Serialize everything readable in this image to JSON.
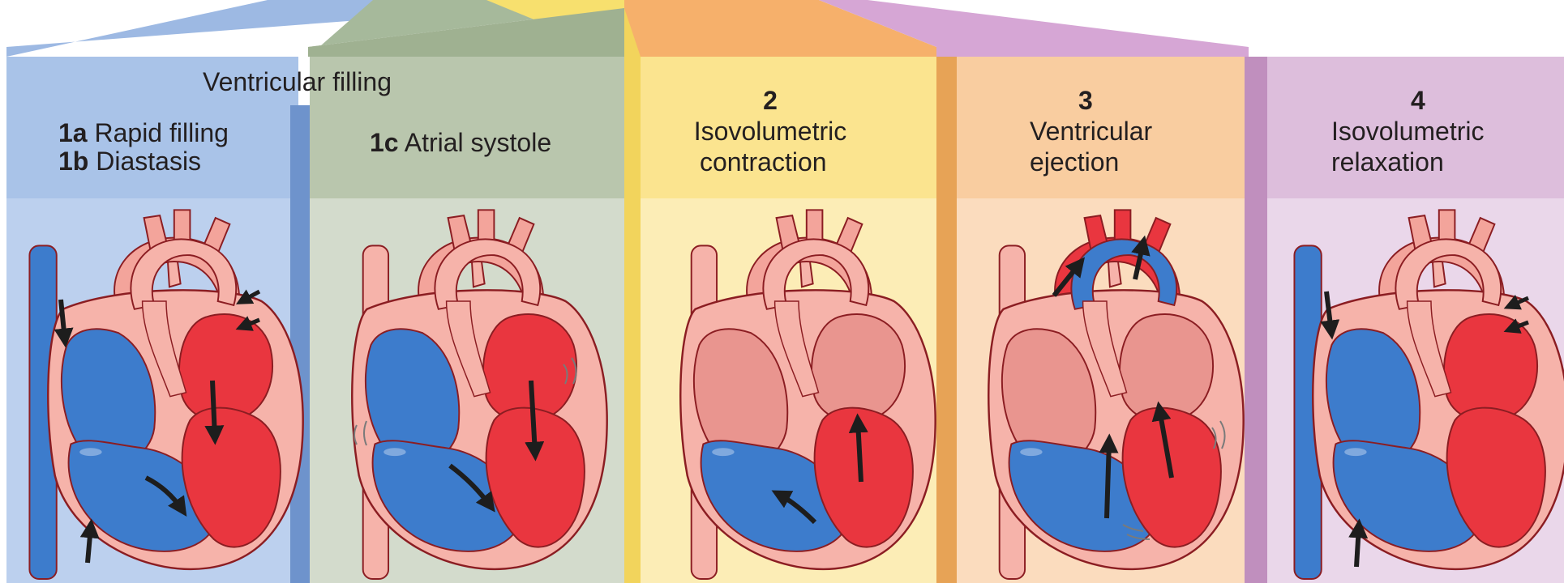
{
  "header": {
    "span_label": "Ventricular filling"
  },
  "phases": [
    {
      "number": "1a",
      "name": "Rapid filling",
      "panel_color": "#bcd0ee",
      "header_color": "#a9c3e8"
    },
    {
      "number": "1b",
      "name": "Diastasis"
    },
    {
      "number": "1c",
      "name": "Atrial systole",
      "panel_color": "#d3dbcc",
      "header_color": "#b9c6ad"
    },
    {
      "number": "2",
      "name_line1": "Isovolumetric",
      "name_line2": "contraction",
      "panel_color": "#fcedb6",
      "header_color": "#fbe48f"
    },
    {
      "number": "3",
      "name_line1": "Ventricular",
      "name_line2": "ejection",
      "panel_color": "#fbdcbe",
      "header_color": "#f9cda0"
    },
    {
      "number": "4",
      "name_line1": "Isovolumetric",
      "name_line2": "relaxation",
      "panel_color": "#ead7ea",
      "header_color": "#ddbedc"
    }
  ],
  "colors": {
    "oxygenated_blood": "#e9363f",
    "deoxygenated_blood": "#3d7ccc",
    "heart_wall": "#f6b3aa",
    "outline": "#8b1d22",
    "arrow": "#1d1d1d"
  },
  "icons": [
    "heart-illustration",
    "flow-arrow-icon",
    "vibration-marks-icon"
  ]
}
